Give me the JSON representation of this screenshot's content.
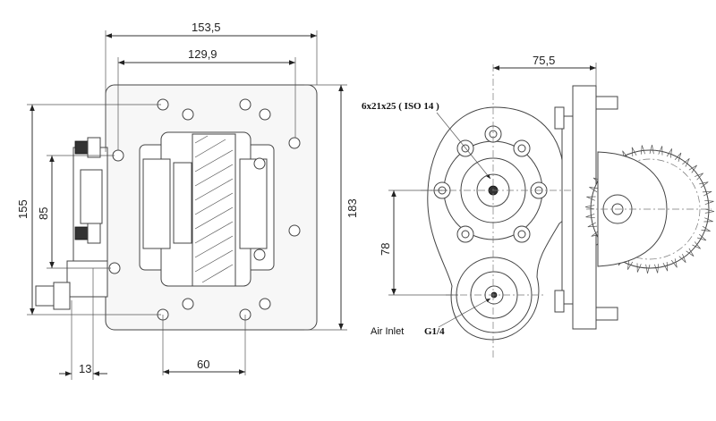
{
  "dimensions": {
    "overall_width": "153,5",
    "flange_width": "129,9",
    "height_left": "155",
    "inner_height": "85",
    "overall_height": "183",
    "offset_13": "13",
    "bolt_spacing": "60",
    "side_depth": "75,5",
    "shaft_distance": "78"
  },
  "annotations": {
    "shaft_spec": "6x21x25 ( ISO 14 )",
    "air_inlet_label": "Air Inlet",
    "air_inlet_thread": "G1/4"
  }
}
